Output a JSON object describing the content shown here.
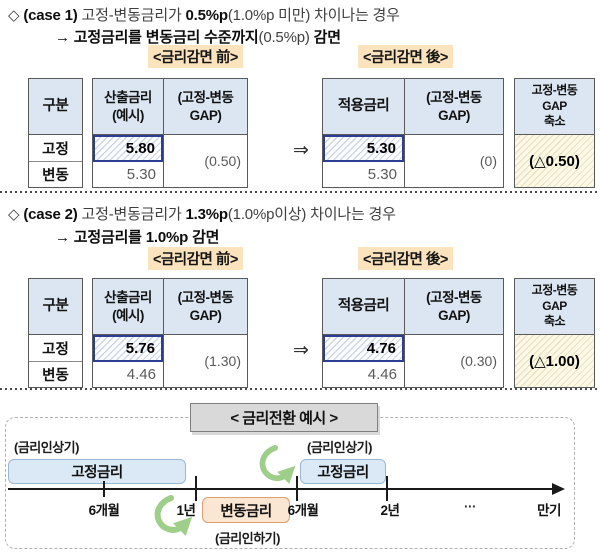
{
  "colors": {
    "header_blue": "#dce6f2",
    "highlight_tan": "#fbe3bd",
    "navy_border": "#2e3d94",
    "cream_hatch": "#fdf9e7",
    "orange_fill": "#fbe5d3",
    "orange_border": "#dd9f6c",
    "blue_fill": "#dbe9f6",
    "blue_border": "#9ab7d3",
    "green_arrow": "#9fce8a",
    "title_gray": "#d9d9d9"
  },
  "case1": {
    "diamond": "◇ ",
    "tag": "(case 1)",
    "t_pre": " 고정-변동금리가 ",
    "t_bold": "0.5%p",
    "t_paren": "(1.0%p 미만)",
    "t_post": " 차이나는 경우",
    "s_arrow": "→ ",
    "s_bold1": "고정금리를 변동금리 수준까지",
    "s_paren": "(0.5%p)",
    "s_bold2": " 감면",
    "label_before": "<금리감면 前>",
    "label_after": "<금리감면 後>",
    "gubun": {
      "header": "구분",
      "rows": [
        "고정",
        "변동"
      ]
    },
    "before": {
      "rate_header": "산출금리\n(예시)",
      "gap_header": "(고정-변동\nGAP)",
      "rate_top": "5.80",
      "rate_bottom": "5.30",
      "gap": "(0.50)"
    },
    "big_arrow": "⇒",
    "after": {
      "rate_header": "적용금리",
      "gap_header": "(고정-변동\nGAP)",
      "rate_top": "5.30",
      "rate_bottom": "5.30",
      "gap": "(0)"
    },
    "shrink": {
      "header": "고정-변동\nGAP\n축소",
      "value": "(△0.50)"
    }
  },
  "case2": {
    "diamond": "◇ ",
    "tag": "(case 2)",
    "t_pre": " 고정-변동금리가 ",
    "t_bold": "1.3%p",
    "t_paren": "(1.0%p이상)",
    "t_post": " 차이나는 경우",
    "s_arrow": "→ ",
    "s_bold1": "고정금리를 1.0%p",
    "s_paren": "",
    "s_bold2": " 감면",
    "label_before": "<금리감면 前>",
    "label_after": "<금리감면 後>",
    "gubun": {
      "header": "구분",
      "rows": [
        "고정",
        "변동"
      ]
    },
    "before": {
      "rate_header": "산출금리\n(예시)",
      "gap_header": "(고정-변동\nGAP)",
      "rate_top": "5.76",
      "rate_bottom": "4.46",
      "gap": "(1.30)"
    },
    "big_arrow": "⇒",
    "after": {
      "rate_header": "적용금리",
      "gap_header": "(고정-변동\nGAP)",
      "rate_top": "4.76",
      "rate_bottom": "4.46",
      "gap": "(0.30)"
    },
    "shrink": {
      "header": "고정-변동\nGAP\n축소",
      "value": "(△1.00)"
    }
  },
  "timeline": {
    "title": "< 금리전환 예시 >",
    "rise_left": "(금리인상기)",
    "rise_right": "(금리인상기)",
    "cut": "(금리인하기)",
    "fixed1": "고정금리",
    "variable": "변동금리",
    "fixed2": "고정금리",
    "tick1": "6개월",
    "tick2": "1년",
    "tick3": "6개월",
    "tick4": "2년",
    "dots": "···",
    "maturity": "만기"
  }
}
